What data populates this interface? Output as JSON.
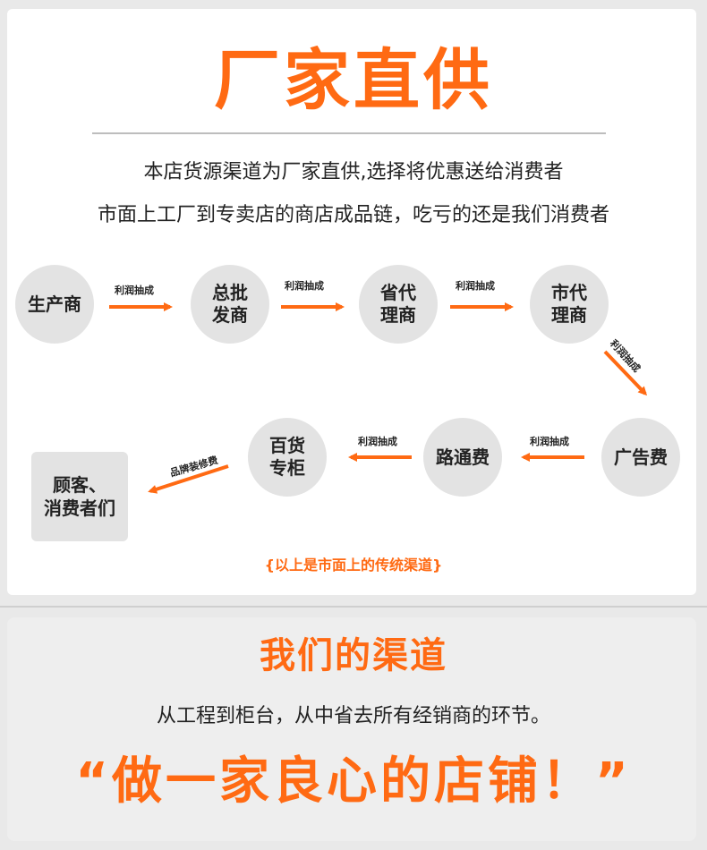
{
  "header": {
    "title": "厂家直供",
    "line1": "本店货源渠道为厂家直供,选择将优惠送给消费者",
    "line2": "市面上工厂到专卖店的商店成品链，吃亏的还是我们消费者"
  },
  "flow": {
    "nodes": {
      "producer": "生产商",
      "wholesaler_1": "总批",
      "wholesaler_2": "发商",
      "province_1": "省代",
      "province_2": "理商",
      "city_1": "市代",
      "city_2": "理商",
      "advert": "广告费",
      "road": "路通费",
      "store_1": "百货",
      "store_2": "专柜",
      "consumer_1": "顾客、",
      "consumer_2": "消费者们"
    },
    "labels": {
      "profit_1": "利润抽成",
      "profit_2": "利润抽成",
      "profit_3": "利润抽成",
      "profit_4": "利润抽成",
      "profit_5": "利润抽成",
      "profit_6": "利润抽成",
      "brand_fee": "品牌装修费"
    },
    "note": "{以上是市面上的传统渠道}"
  },
  "ours": {
    "title": "我们的渠道",
    "subtitle": "从工程到柜台，从中省去所有经销商的环节。",
    "slogan": "“做一家良心的店铺！”"
  },
  "colors": {
    "accent": "#ff6a13",
    "circle": "#e3e3e3",
    "text": "#222222"
  }
}
